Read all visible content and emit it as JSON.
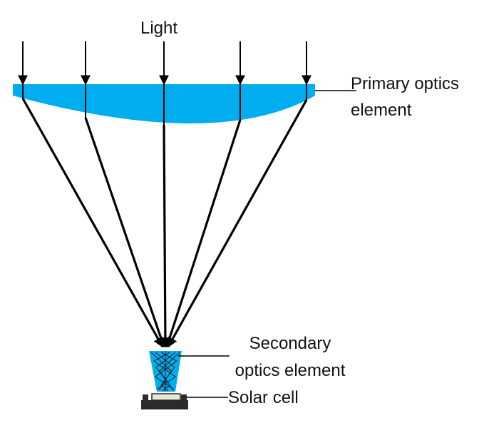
{
  "labels": {
    "light": "Light",
    "primary_line1": "Primary optics",
    "primary_line2": "element",
    "secondary_line1": "Secondary",
    "secondary_line2": "optics element",
    "solar_cell": "Solar cell"
  },
  "colors": {
    "optics": "#00AEEF",
    "ray": "#000000",
    "cell_base": "#2b2b2b",
    "cell_top": "#e8e8d8"
  }
}
